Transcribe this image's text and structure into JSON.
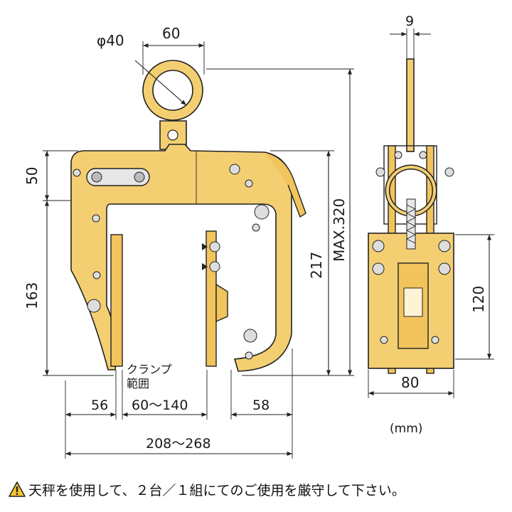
{
  "dimensions": {
    "ring_diameter": "φ40",
    "ring_width": "60",
    "top_height": "50",
    "side_height": "163",
    "inner_height": "217",
    "max_height": "MAX.320",
    "jaw_left": "56",
    "clamp_range": "60～140",
    "jaw_right": "58",
    "total_width": "208～268",
    "thickness": "9",
    "side_body_height": "120",
    "side_width": "80"
  },
  "labels": {
    "clamp_range_line1": "クランプ",
    "clamp_range_line2": "範囲",
    "unit": "(mm)"
  },
  "warning": {
    "icon": "warning-triangle-icon",
    "text": "天秤を使用して、２台／１組にてのご使用を厳守して下さい。"
  },
  "colors": {
    "body": "#f4cf72",
    "outline": "#222222",
    "warning_fill": "#f4c430"
  }
}
